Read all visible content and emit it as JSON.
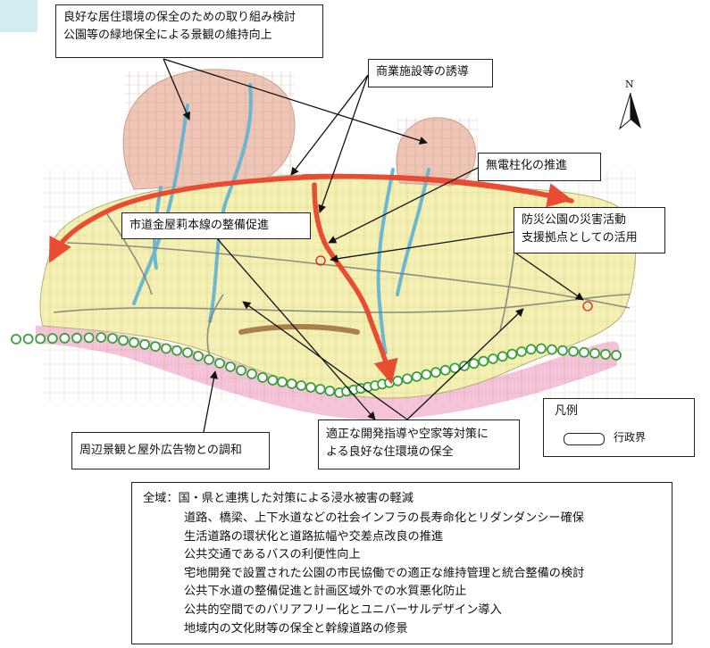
{
  "callouts": {
    "residential": [
      "良好な居住環境の保全のための取り組み検討",
      "公園等の緑地保全による景観の維持向上"
    ],
    "commercial": "商業施設等の誘導",
    "utility_poles": "無電柱化の推進",
    "disaster_park": [
      "防災公園の災害活動",
      "支援拠点としての活用"
    ],
    "road_maintenance": "市道金屋莉本線の整備促進",
    "landscape": "周辺景観と屋外広告物との調和",
    "development": [
      "適正な開発指導や空家等対策に",
      "よる良好な住環境の保全"
    ]
  },
  "north_label": "N",
  "legend": {
    "title": "凡例",
    "items": [
      {
        "label": "行政界"
      }
    ]
  },
  "all_area": {
    "label": "全域：国・県と連携した対策による浸水被害の軽減",
    "items": [
      "道路、橋梁、上下水道などの社会インフラの長寿命化とリダンダンシー確保",
      "生活道路の環状化と道路拡幅や交差点改良の推進",
      "公共交通であるバスの利便性向上",
      "宅地開発で設置された公園の市民協働での適正な維持管理と統合整備の検討",
      "公共下水道の整備促進と計画区域外での水質悪化防止",
      "公共的空間でのバリアフリー化とユニバーサルデザイン導入",
      "地域内の文化財等の保全と幹線道路の修景"
    ]
  },
  "colors": {
    "area_fill": "#f4efb2",
    "residential_fill": "#efc6b6",
    "river": "#5fb3d3",
    "arrow_red": "#e8452c",
    "boundary_green": "#3aa13a",
    "pink_band": "#f2b9d2",
    "brown_path": "#9b6b3a"
  }
}
